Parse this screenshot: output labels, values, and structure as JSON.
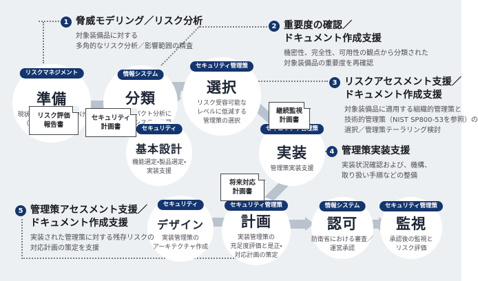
{
  "colors": {
    "background": "#edf0f3",
    "badge_navy": "#14356e",
    "connector_gray": "#b9c3cd",
    "title_dark": "#1c2433",
    "body_gray": "#4c4c55"
  },
  "annotations": [
    {
      "num": "1",
      "title": "脅威モデリング／リスク分析",
      "desc": "対象装備品に対する\n多角的なリスク分析／影響範囲の精査"
    },
    {
      "num": "2",
      "title": "重要度の確認／\nドキュメント作成支援",
      "desc": "機密性、完全性、可用性の観点から分類された\n対象装備品の重要度を再確認"
    },
    {
      "num": "3",
      "title": "リスクアセスメント支援／\nドキュメント作成支援",
      "desc": "対象装備品に適用する組織的管理策と\n技術的管理策（NIST SP800-53を参照）の\n選択／管理策テーラリング検討"
    },
    {
      "num": "4",
      "title": "管理策実装支援",
      "desc": "実装状況確認および、機構、\n取り扱い手順などの整備"
    },
    {
      "num": "5",
      "title": "管理策アセスメント支援／\nドキュメント作成支援",
      "desc": "実装された管理策に対する残存リスクの\n対応計画の策定を支援"
    }
  ],
  "nodes": [
    {
      "badge": "リスクマネジメント",
      "title": "準備",
      "desc": "現状把握と優先順位つけ\n（組織・システム毎）"
    },
    {
      "badge": "情報システム",
      "title": "分類",
      "desc": "損失インパクト分析に\n基づいたシステム分類"
    },
    {
      "badge": "セキュリティ管理策",
      "title": "選択",
      "desc": "リスク受容可能な\nレベルに低減する\n管理策の選択"
    },
    {
      "badge": "セキュリティ",
      "title": "基本設計",
      "desc": "機能選定・製品選定・\n実装支援"
    },
    {
      "badge": "セキュリティ管理策",
      "title": "実装",
      "desc": "管理策実装支援"
    },
    {
      "badge": "セキュリティ",
      "title": "デザイン",
      "desc": "実装管理策の\nアーキテクチャ作成"
    },
    {
      "badge": "セキュリティ管理策",
      "title": "計画",
      "desc": "実装管理策の\n充足度評価と是正・\n対応計画の策定"
    },
    {
      "badge": "情報システム",
      "title": "認可",
      "desc": "防衛省における審査／\n運営承認"
    },
    {
      "badge": "セキュリティ管理策",
      "title": "監視",
      "desc": "承認後の監視と\nリスク評価"
    }
  ],
  "documents": [
    {
      "label": "リスク評価\n報告書"
    },
    {
      "label": "セキュリティ\n計画書"
    },
    {
      "label": "継続監視\n計画書"
    },
    {
      "label": "将来対応\n計画書"
    }
  ]
}
